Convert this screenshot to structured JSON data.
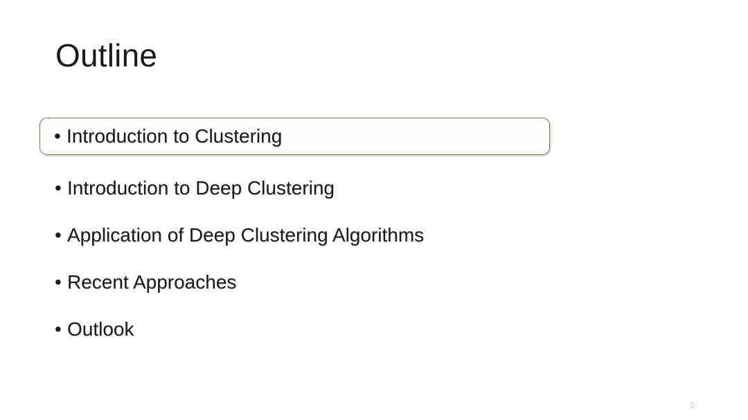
{
  "slide": {
    "title": "Outline",
    "page_number": "5",
    "background_color": "#ffffff",
    "text_color": "#1b1b1b",
    "highlight_border_color": "#737a4e",
    "page_number_color": "#cfcfcf",
    "bullet_marker": "•",
    "bullets": [
      {
        "label": "Introduction to Clustering",
        "highlighted": true
      },
      {
        "label": "Introduction to Deep Clustering",
        "highlighted": false
      },
      {
        "label": "Application of Deep Clustering Algorithms",
        "highlighted": false
      },
      {
        "label": "Recent Approaches",
        "highlighted": false
      },
      {
        "label": "Outlook",
        "highlighted": false
      }
    ]
  }
}
